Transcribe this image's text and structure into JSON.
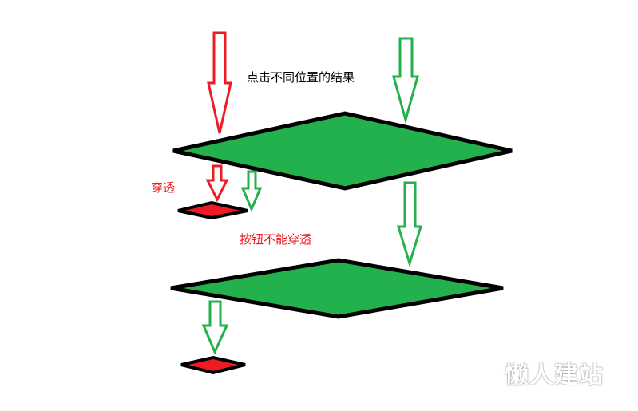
{
  "labels": {
    "title": "点击不同位置的结果",
    "penetrate": "穿透",
    "no_penetrate": "按钮不能穿透"
  },
  "watermark": {
    "text": "懒人建站"
  },
  "colors": {
    "green_fill": "#22b14c",
    "red_fill": "#ed1c24",
    "red_arrow": "#ed1c24",
    "green_arrow": "#22b14c",
    "outline": "#000000",
    "title_text": "#000000",
    "penetrate_text": "#ed1c24",
    "no_penetrate_text": "#ed1c24"
  }
}
